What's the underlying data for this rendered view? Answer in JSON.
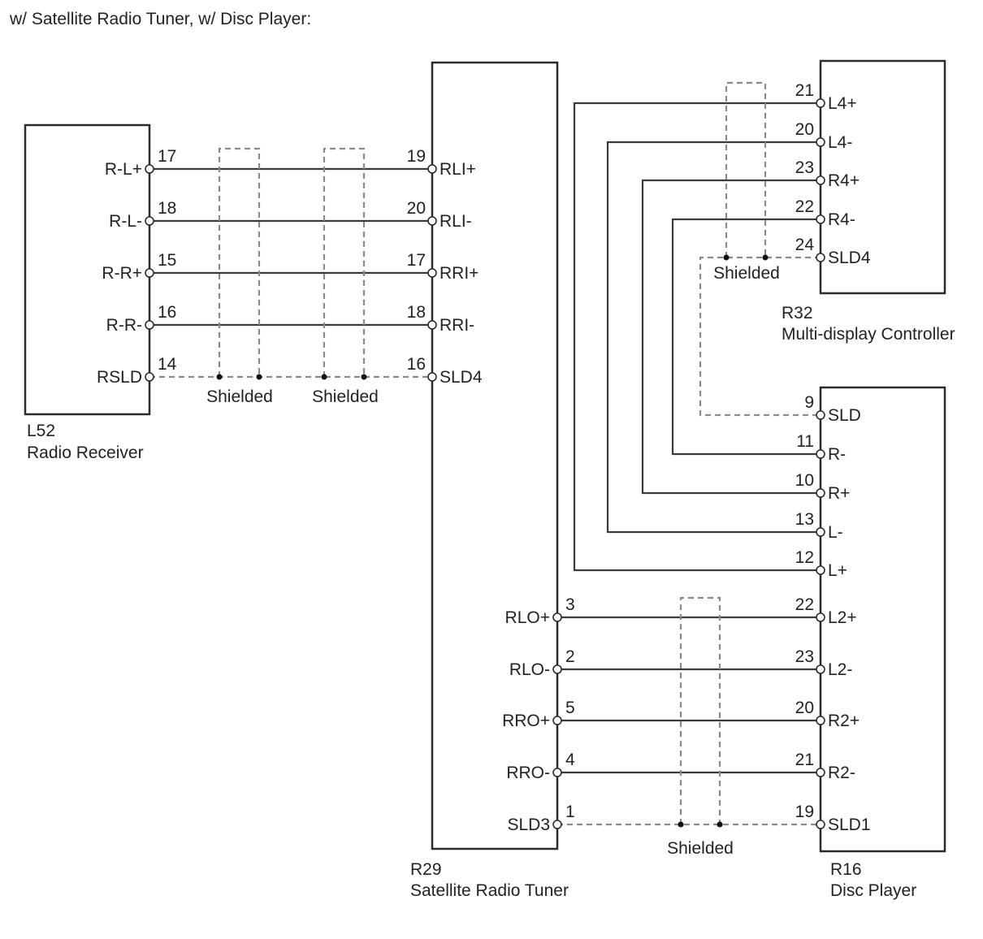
{
  "title": "w/ Satellite Radio Tuner, w/ Disc Player:",
  "components": {
    "L52": {
      "code": "L52",
      "name": "Radio Receiver"
    },
    "R29": {
      "code": "R29",
      "name": "Satellite Radio Tuner"
    },
    "R32": {
      "code": "R32",
      "name": "Multi-display Controller"
    },
    "R16": {
      "code": "R16",
      "name": "Disc Player"
    }
  },
  "shield_label": "Shielded",
  "pins": {
    "L52": [
      {
        "label": "R-L+",
        "num": "17"
      },
      {
        "label": "R-L-",
        "num": "18"
      },
      {
        "label": "R-R+",
        "num": "15"
      },
      {
        "label": "R-R-",
        "num": "16"
      },
      {
        "label": "RSLD",
        "num": "14"
      }
    ],
    "R29_left": [
      {
        "label": "RLI+",
        "num": "19"
      },
      {
        "label": "RLI-",
        "num": "20"
      },
      {
        "label": "RRI+",
        "num": "17"
      },
      {
        "label": "RRI-",
        "num": "18"
      },
      {
        "label": "SLD4",
        "num": "16"
      }
    ],
    "R29_right": [
      {
        "label": "RLO+",
        "num": "3"
      },
      {
        "label": "RLO-",
        "num": "2"
      },
      {
        "label": "RRO+",
        "num": "5"
      },
      {
        "label": "RRO-",
        "num": "4"
      },
      {
        "label": "SLD3",
        "num": "1"
      }
    ],
    "R32": [
      {
        "label": "L4+",
        "num": "21"
      },
      {
        "label": "L4-",
        "num": "20"
      },
      {
        "label": "R4+",
        "num": "23"
      },
      {
        "label": "R4-",
        "num": "22"
      },
      {
        "label": "SLD4",
        "num": "24"
      }
    ],
    "R16_top": [
      {
        "label": "SLD",
        "num": "9"
      },
      {
        "label": "R-",
        "num": "11"
      },
      {
        "label": "R+",
        "num": "10"
      },
      {
        "label": "L-",
        "num": "13"
      },
      {
        "label": "L+",
        "num": "12"
      }
    ],
    "R16_bottom": [
      {
        "label": "L2+",
        "num": "22"
      },
      {
        "label": "L2-",
        "num": "23"
      },
      {
        "label": "R2+",
        "num": "20"
      },
      {
        "label": "R2-",
        "num": "21"
      },
      {
        "label": "SLD1",
        "num": "19"
      }
    ]
  }
}
